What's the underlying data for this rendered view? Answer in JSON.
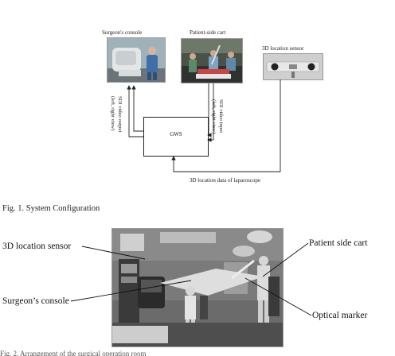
{
  "figure1": {
    "labels": {
      "surgeon_console": "Surgeon's console",
      "patient_cart": "Patient-side cart",
      "sensor": "3D location sensor",
      "gws": "GWS",
      "sdi_output_1": "SDI video output",
      "sdi_output_2": "(left, right view)",
      "sdi_input_1": "SDI video input",
      "sdi_input_2": "(left, right view)",
      "location_data": "3D location data of laparoscope"
    },
    "caption": "Fig. 1. System Configuration"
  },
  "figure2": {
    "labels": {
      "sensor": "3D location sensor",
      "patient_cart": "Patient side cart",
      "surgeon_console": "Surgeon’s console",
      "optical_marker": "Optical marker"
    },
    "caption_fragment": "Fig. 2. Arrangement of the surgical operation room"
  }
}
